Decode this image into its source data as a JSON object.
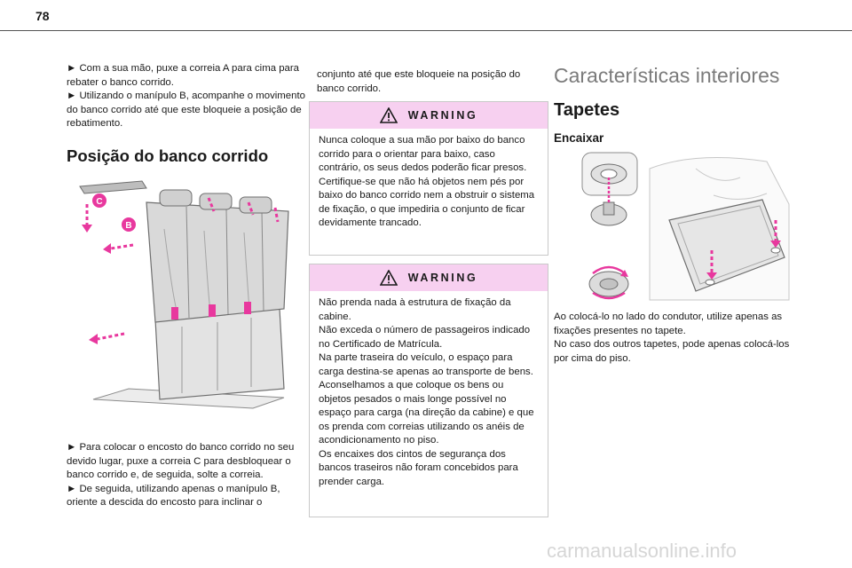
{
  "page": {
    "number": "78",
    "watermark": "carmanualsonline.info"
  },
  "col1": {
    "intro_lines": [
      "► Com a sua mão, puxe a correia A para cima para rebater o banco corrido.",
      "► Utilizando o manípulo B, acompanhe o movimento do banco corrido até que este bloqueie a posição de rebatimento."
    ],
    "heading": "Posição do banco corrido",
    "illustration_labels": [
      "C",
      "B"
    ],
    "outro_lines": [
      "► Para colocar o encosto do banco corrido no seu devido lugar, puxe a correia  C para desbloquear o banco corrido e, de seguida, solte a correia.",
      "► De seguida, utilizando apenas o manípulo B, oriente a descida do encosto para inclinar o"
    ]
  },
  "col2": {
    "continuation": "conjunto até que este bloqueie na posição do banco corrido.",
    "warning1": {
      "title": "WARNING",
      "paragraphs": [
        "Nunca coloque a sua mão por baixo do banco corrido para o orientar para baixo, caso contrário, os seus dedos poderão ficar presos.",
        "Certifique-se que não há objetos nem pés por baixo do banco corrido nem a obstruir o sistema de fixação, o que impediria o conjunto de ficar devidamente trancado."
      ]
    },
    "warning2": {
      "title": "WARNING",
      "paragraphs": [
        "Não prenda nada à estrutura de fixação da cabine.",
        "Não exceda o número de passageiros indicado no Certificado de Matrícula.",
        "Na parte traseira do veículo, o espaço para carga destina-se apenas ao transporte de bens.",
        "Aconselhamos a que coloque os bens ou objetos pesados o mais longe possível no espaço para carga (na direção da cabine) e que os prenda com correias utilizando os anéis de acondicionamento no piso.",
        "Os encaixes dos cintos de segurança dos bancos traseiros não foram concebidos para prender carga."
      ]
    }
  },
  "col3": {
    "title": "Características interiores",
    "heading": "Tapetes",
    "subheading": "Encaixar",
    "text_lines": [
      "Ao colocá-lo no lado do condutor, utilize apenas as fixações presentes no tapete.",
      "No caso dos outros tapetes, pode apenas colocá-los por cima do piso."
    ]
  },
  "colors": {
    "accent_magenta": "#e8389e",
    "warning_header_bg": "#f7d0f0",
    "title_grey": "#7b7b7b"
  }
}
